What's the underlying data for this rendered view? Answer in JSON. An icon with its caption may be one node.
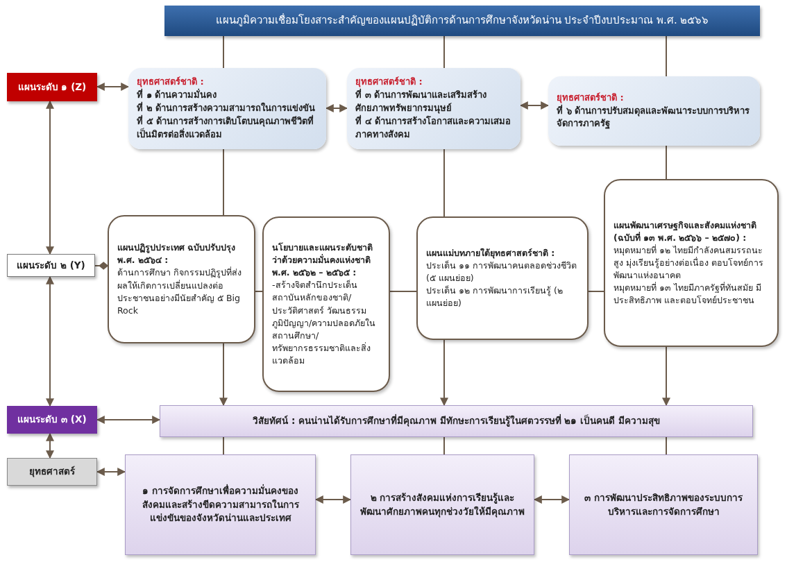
{
  "diagram": {
    "nodes": [
      {
        "text": [
          "แผนภูมิความเชื่อมโยงสาระสำคัญของแผนปฏิบัติการด้านการศึกษาจังหวัดน่าน ประจำปีงบประมาณ พ.ศ. ๒๕๖๖"
        ]
      },
      {
        "text": [
          "แผนระดับ ๑ (Z)"
        ]
      },
      {
        "text": [
          "ยุทธศาสตร์ชาติ :",
          "ที่ ๑ ด้านความมั่นคง",
          "ที่ ๒ ด้านการสร้างความสามารถในการแข่งขัน",
          "ที่ ๕ ด้านการสร้างการเติบโตบนคุณภาพชีวิตที่เป็นมิตรต่อสิ่งแวดล้อม"
        ]
      },
      {
        "text": [
          "ยุทธศาสตร์ชาติ :",
          "ที่ ๓ ด้านการพัฒนาและเสริมสร้างศักยภาพทรัพยากรมนุษย์",
          "ที่ ๔ ด้านการสร้างโอกาสและความเสมอภาคทางสังคม"
        ]
      },
      {
        "text": [
          "ยุทธศาสตร์ชาติ :",
          "ที่ ๖ ด้านการปรับสมดุลและพัฒนาระบบการบริหารจัดการภาครัฐ"
        ]
      },
      {
        "text": [
          "แผนระดับ ๒ (Y)"
        ]
      },
      {
        "text": [
          "แผนปฏิรูปประเทศ ฉบับปรับปรุง พ.ศ. ๒๕๖๔ :",
          "ด้านการศึกษา กิจกรรมปฏิรูปที่ส่งผลให้เกิดการเปลี่ยนแปลงต่อประชาชนอย่างมีนัยสำคัญ ๕ Big Rock"
        ]
      },
      {
        "text": [
          "นโยบายและแผนระดับชาติว่าด้วยความมั่นคงแห่งชาติ พ.ศ. ๒๕๖๒ – ๒๕๖๕ :",
          "-สร้างจิตสำนึกประเด็นสถาบันหลักของชาติ/ประวัติศาสตร์ วัฒนธรรมภูมิปัญญา/ความปลอดภัยในสถานศึกษา/ทรัพยากรธรรมชาติและสิ่งแวดล้อม"
        ]
      },
      {
        "text": [
          "แผนแม่บทภายใต้ยุทธศาสตร์ชาติ :",
          "ประเด็น ๑๑ การพัฒนาคนตลอดช่วงชีวิต (๕ แผนย่อย)",
          "ประเด็น ๑๒ การพัฒนาการเรียนรู้ (๒ แผนย่อย)"
        ]
      },
      {
        "text": [
          "แผนพัฒนาเศรษฐกิจและสังคมแห่งชาติ (ฉบับที่ ๑๓ พ.ศ. ๒๕๖๖ – ๒๕๗๐) :",
          "หมุดหมายที่ ๑๒ ไทยมีกำลังคนสมรรถนะสูง มุ่งเรียนรู้อย่างต่อเนื่อง ตอบโจทย์การพัฒนาแห่งอนาคต",
          "หมุดหมายที่ ๑๓ ไทยมีภาครัฐที่ทันสมัย มีประสิทธิภาพ และตอบโจทย์ประชาชน"
        ]
      },
      {
        "text": [
          "แผนระดับ ๓ (X)"
        ]
      },
      {
        "text": [
          "วิสัยทัศน์ : คนน่านได้รับการศึกษาที่มีคุณภาพ มีทักษะการเรียนรู้ในศตวรรษที่ ๒๑ เป็นคนดี มีความสุข"
        ]
      },
      {
        "text": [
          "ยุทธศาสตร์"
        ]
      },
      {
        "text": [
          "๑ การจัดการศึกษาเพื่อความมั่นคงของสังคมและสร้างขีดความสามารถในการแข่งขันของจังหวัดน่านและประเทศ"
        ]
      },
      {
        "text": [
          "๒ การสร้างสังคมแห่งการเรียนรู้และพัฒนาศักยภาพคนทุกช่วงวัยให้มีคุณภาพ"
        ]
      },
      {
        "text": [
          "๓ การพัฒนาประสิทธิภาพของระบบการบริหารและการจัดการศึกษา"
        ]
      }
    ],
    "edges": [
      {
        "from": 0,
        "to": 2,
        "arrow": "none"
      },
      {
        "from": 0,
        "to": 3,
        "arrow": "none"
      },
      {
        "from": 0,
        "to": 4,
        "arrow": "none"
      },
      {
        "from": 1,
        "to": 2,
        "arrow": "both"
      },
      {
        "from": 2,
        "to": 3,
        "arrow": "both"
      },
      {
        "from": 3,
        "to": 4,
        "arrow": "both"
      },
      {
        "from": 1,
        "to": 5,
        "arrow": "both"
      },
      {
        "from": 5,
        "to": 6,
        "arrow": "other"
      },
      {
        "from": 2,
        "to": 6,
        "arrow": "none"
      },
      {
        "from": 3,
        "to": 8,
        "arrow": "none"
      },
      {
        "from": 4,
        "to": 9,
        "arrow": "none"
      },
      {
        "from": 6,
        "to": 7,
        "arrow": "none"
      },
      {
        "from": 7,
        "to": 8,
        "arrow": "none"
      },
      {
        "from": 8,
        "to": 9,
        "arrow": "none"
      },
      {
        "from": 5,
        "to": 10,
        "arrow": "both"
      },
      {
        "from": 6,
        "to": 11,
        "arrow": "to"
      },
      {
        "from": 8,
        "to": 11,
        "arrow": "to"
      },
      {
        "from": 9,
        "to": 11,
        "arrow": "to"
      },
      {
        "from": 10,
        "to": 11,
        "arrow": "both"
      },
      {
        "from": 10,
        "to": 12,
        "arrow": "both"
      },
      {
        "from": 11,
        "to": 13,
        "arrow": "none"
      },
      {
        "from": 11,
        "to": 14,
        "arrow": "none"
      },
      {
        "from": 11,
        "to": 15,
        "arrow": "none"
      },
      {
        "from": 12,
        "to": 13,
        "arrow": "both"
      },
      {
        "from": 13,
        "to": 14,
        "arrow": "both"
      },
      {
        "from": 14,
        "to": 15,
        "arrow": "both"
      }
    ]
  }
}
